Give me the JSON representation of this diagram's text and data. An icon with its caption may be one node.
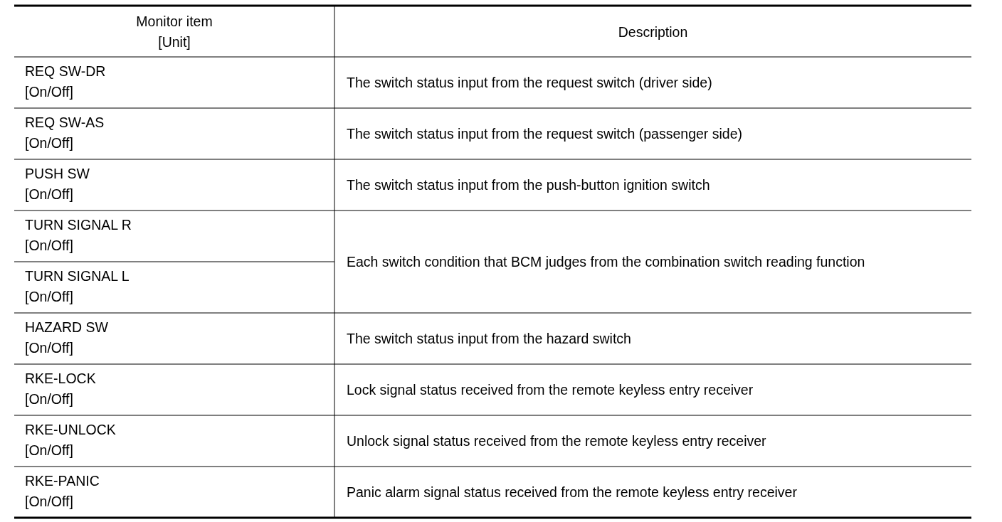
{
  "diagram": {
    "labels": [
      "Monitor item",
      "[Unit]",
      "Description",
      "REQ SW-DR",
      "[On/Off]",
      "The switch status input from the request switch (driver side)",
      "REQ SW-AS",
      "[On/Off]",
      "The switch status input from the request switch (passenger side)",
      "PUSH SW",
      "[On/Off]",
      "The switch status input from the push-button ignition switch",
      "TURN SIGNAL R",
      "[On/Off]",
      "Each switch condition that BCM judges from the combination switch reading function",
      "TURN SIGNAL L",
      "[On/Off]",
      "HAZARD SW",
      "[On/Off]",
      "The switch status input from the hazard switch",
      "RKE-LOCK",
      "[On/Off]",
      "Lock signal status received from the remote keyless entry receiver",
      "RKE-UNLOCK",
      "[On/Off]",
      "Unlock signal status received from the remote keyless entry receiver",
      "RKE-PANIC",
      "[On/Off]",
      "Panic alarm signal status received from the remote keyless entry receiver"
    ]
  }
}
